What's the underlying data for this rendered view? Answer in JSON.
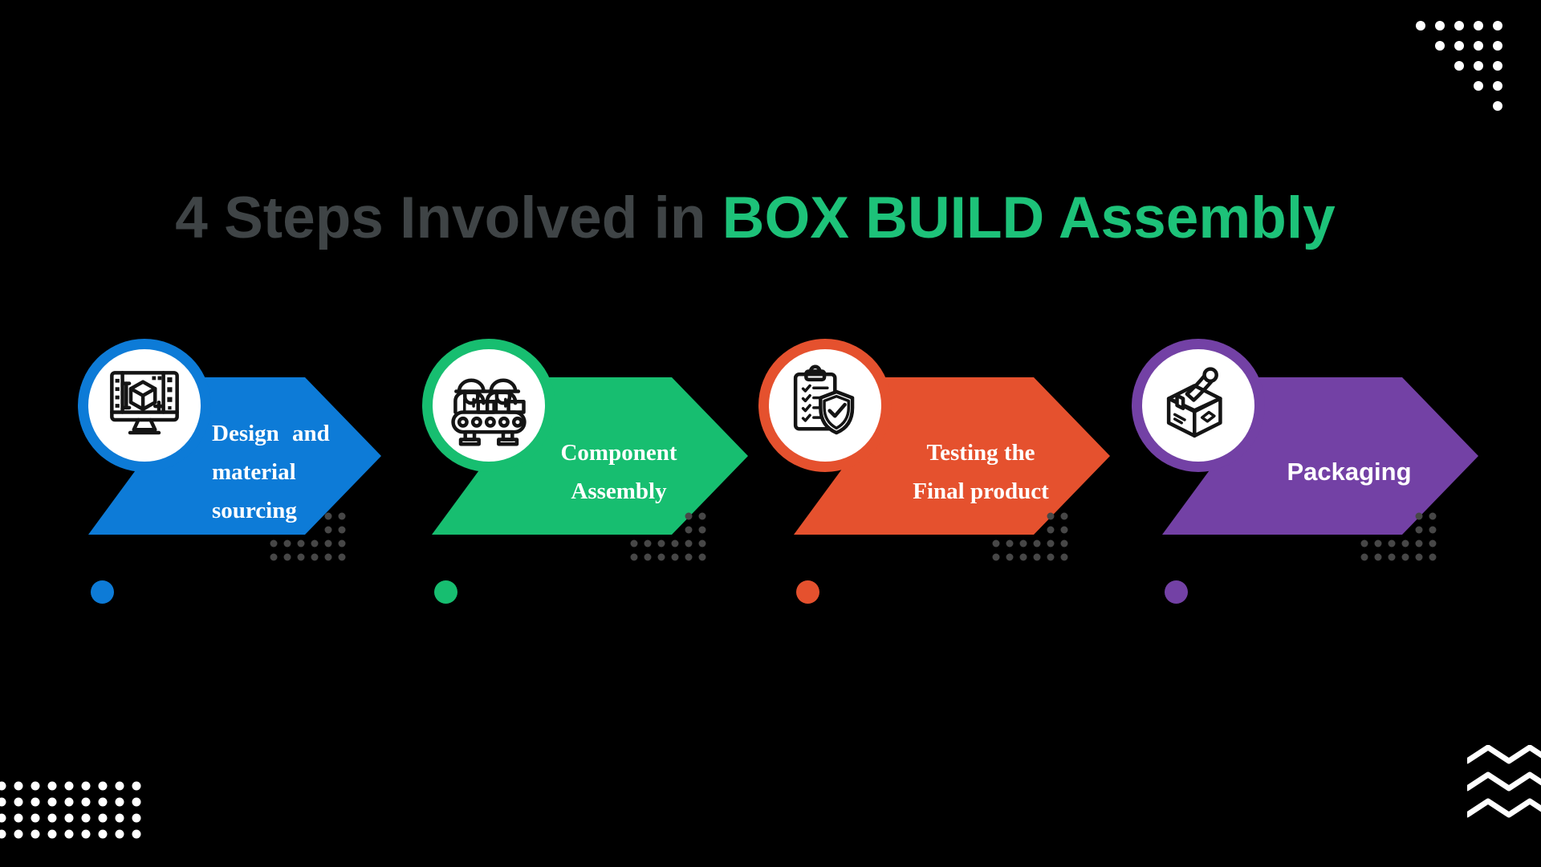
{
  "title": {
    "prefix": "4 Steps Involved in ",
    "highlight": "BOX BUILD Assembly"
  },
  "colors": {
    "background": "#000000",
    "title_prefix": "#3f4446",
    "title_highlight": "#1dc279",
    "step_text": "#ffffff",
    "dot_grid": "#474747",
    "decor_dots": "#ffffff",
    "icon_stroke": "#141414"
  },
  "steps": [
    {
      "id": "design-material-sourcing",
      "color": "#0d7bd7",
      "icon": "design-monitor-icon",
      "lines": [
        "Design and",
        "material",
        "sourcing"
      ]
    },
    {
      "id": "component-assembly",
      "color": "#17be70",
      "icon": "workers-conveyor-icon",
      "lines": [
        "Component",
        "Assembly"
      ]
    },
    {
      "id": "testing-final-product",
      "color": "#e5512e",
      "icon": "clipboard-shield-icon",
      "lines": [
        "Testing the",
        "Final product"
      ]
    },
    {
      "id": "packaging",
      "color": "#7341a5",
      "icon": "box-tape-icon",
      "lines": [
        "Packaging"
      ]
    }
  ]
}
